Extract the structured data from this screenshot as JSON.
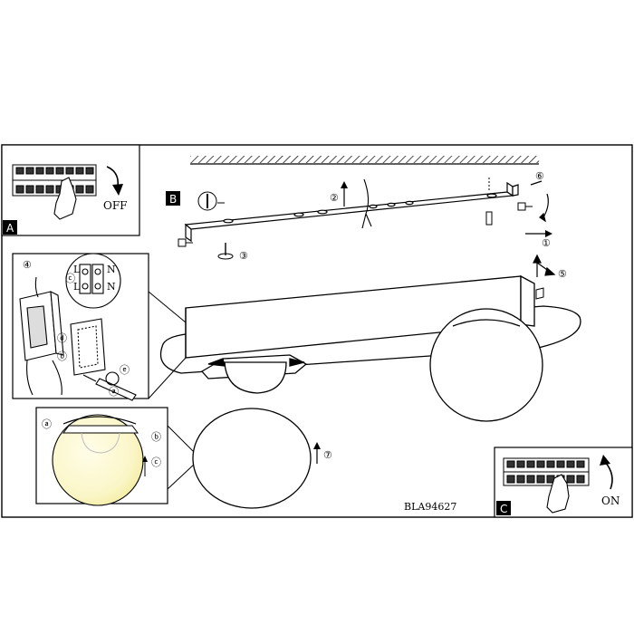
{
  "panels": {
    "a": {
      "letter": "A",
      "switch_label": "OFF"
    },
    "b": {
      "letter": "B"
    },
    "c": {
      "letter": "C",
      "switch_label": "ON"
    }
  },
  "steps": {
    "s1": "①",
    "s2": "②",
    "s3": "③",
    "s4": "④",
    "s5": "⑤",
    "s6": "⑥",
    "s7": "⑦"
  },
  "callouts": {
    "a": "ⓐ",
    "b": "ⓑ",
    "c": "ⓒ",
    "d": "ⓓ",
    "e": "ⓔ"
  },
  "terminals": {
    "L": "L",
    "N": "N"
  },
  "product_code": "BLA94627"
}
